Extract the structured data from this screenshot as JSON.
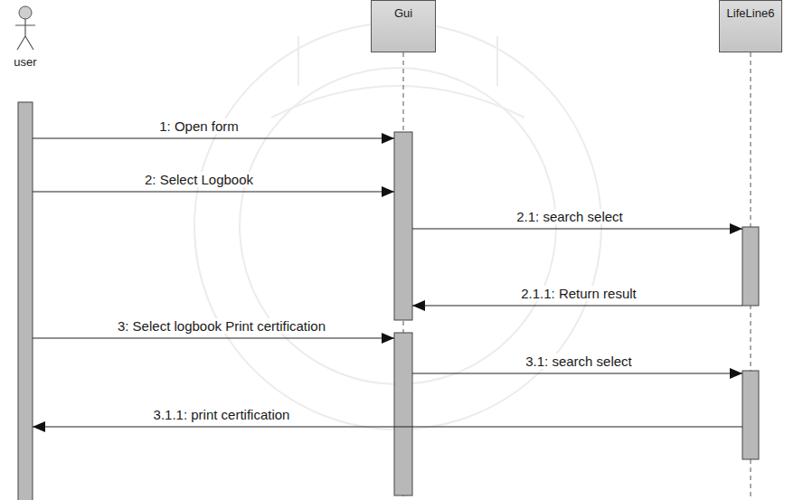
{
  "diagram": {
    "nodes": [
      {
        "text": [
          "user"
        ]
      },
      {
        "text": [
          "Gui"
        ]
      },
      {
        "text": [
          "LifeLine6"
        ]
      }
    ],
    "edges": [
      {
        "from": 0,
        "to": 1,
        "arrow": "to",
        "label": "1: Open form"
      },
      {
        "from": 0,
        "to": 1,
        "arrow": "to",
        "label": "2: Select Logbook"
      },
      {
        "from": 1,
        "to": 2,
        "arrow": "to",
        "label": "2.1: search select"
      },
      {
        "from": 2,
        "to": 1,
        "arrow": "to",
        "label": "2.1.1: Return result"
      },
      {
        "from": 0,
        "to": 1,
        "arrow": "to",
        "label": "3: Select logbook Print certification"
      },
      {
        "from": 1,
        "to": 2,
        "arrow": "to",
        "label": "3.1: search select"
      },
      {
        "from": 2,
        "to": 0,
        "arrow": "to",
        "label": "3.1.1: print certification"
      }
    ]
  }
}
